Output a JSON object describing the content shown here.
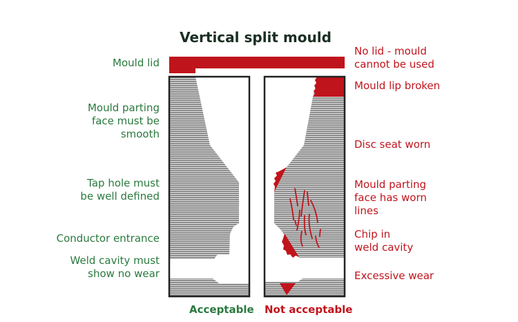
{
  "title": "Vertical split mould",
  "left_labels": {
    "mould_lid": [
      "Mould lid"
    ],
    "parting_face": [
      "Mould parting",
      "face must be",
      "smooth"
    ],
    "tap_hole": [
      "Tap hole must",
      "be well defined"
    ],
    "conductor": [
      "Conductor entrance"
    ],
    "weld_cavity": [
      "Weld cavity must",
      "show no wear"
    ]
  },
  "right_labels": {
    "no_lid": [
      "No lid - mould",
      "cannot be used"
    ],
    "lip_broken": [
      "Mould lip broken"
    ],
    "disc_seat": [
      "Disc seat worn"
    ],
    "worn_lines": [
      "Mould parting",
      "face has worn",
      "lines"
    ],
    "chip": [
      "Chip in",
      "weld cavity"
    ],
    "excessive_wear": [
      "Excessive wear"
    ]
  },
  "captions": {
    "acceptable": "Acceptable",
    "not_acceptable": "Not acceptable"
  },
  "colors": {
    "accept": "#2a7a3e",
    "reject": "#c0141c",
    "title": "#1a2e22"
  }
}
